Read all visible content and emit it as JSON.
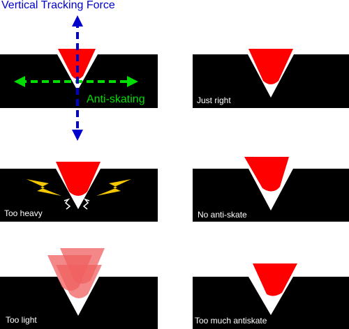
{
  "title": "Vertical Tracking Force",
  "antiskating_label": "Anti-skating",
  "panels": [
    {
      "id": "reference",
      "label": ""
    },
    {
      "id": "just-right",
      "label": "Just right"
    },
    {
      "id": "too-heavy",
      "label": "Too heavy"
    },
    {
      "id": "no-antiskate",
      "label": "No anti-skate"
    },
    {
      "id": "too-light",
      "label": "Too light"
    },
    {
      "id": "too-much-antiskate",
      "label": "Too much antiskate"
    }
  ],
  "colors": {
    "groove": "#000000",
    "stylus": "#ff0000",
    "stylus_ghost": "#f06060",
    "tracking_force_arrow": "#0000cc",
    "antiskating_arrow": "#00dd00",
    "spark": "#f5c800",
    "label": "#ffffff"
  }
}
